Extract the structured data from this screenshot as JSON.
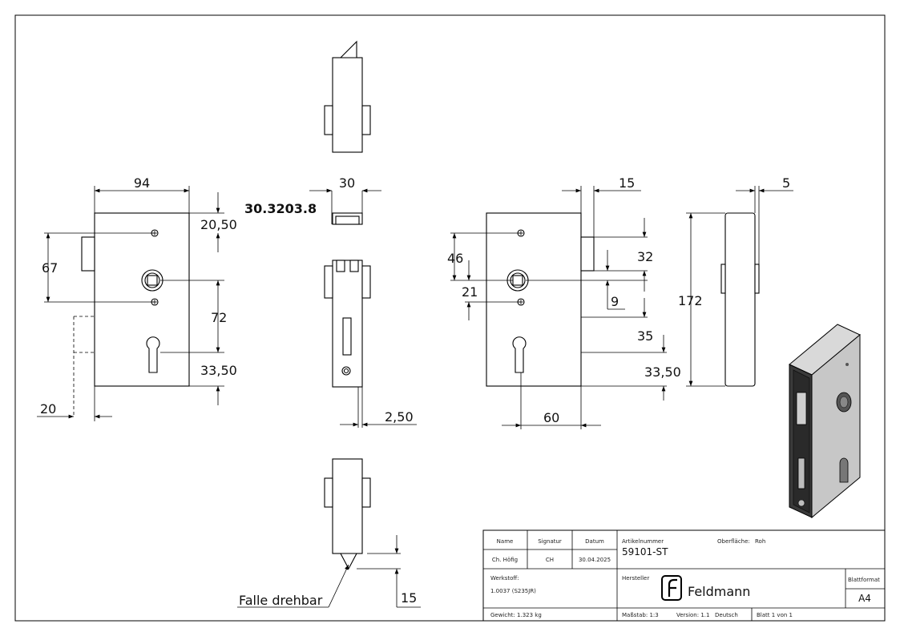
{
  "part_code": "30.3203.8",
  "dimensions": {
    "front_width": "94",
    "top_offset": "20,50",
    "left_spacing": "67",
    "spindle_to_cyl": "72",
    "cyl_to_bottom": "33,50",
    "latch_projection_left": "20",
    "thickness": "30",
    "faceplate": "2,50",
    "latch_right": "15",
    "hole_upper": "46",
    "hole_lower": "21",
    "latch_height": "32",
    "latch_offset": "9",
    "cyl_offset_right": "35",
    "cyl_bottom_right": "33,50",
    "backset": "60",
    "front_plate": "5",
    "height": "172",
    "latch_bottom": "15"
  },
  "annotation": "Falle drehbar",
  "title_block": {
    "header_name": "Name",
    "header_sig": "Signatur",
    "header_date": "Datum",
    "name": "Ch. Höfig",
    "signature": "CH",
    "date": "30.04.2025",
    "article_label": "Artikelnummer",
    "article": "59101-ST",
    "surface_label": "Oberfläche:",
    "surface": "Roh",
    "material_label": "Werkstoff:",
    "material": "1.0037 (S235JR)",
    "maker_label": "Hersteller",
    "brand": "Feldmann",
    "format_label": "Blattformat",
    "format": "A4",
    "weight": "Gewicht: 1.323 kg",
    "scale": "Maßstab: 1:3",
    "version": "Version: 1.1",
    "language": "Deutsch",
    "sheet": "Blatt 1 von 1"
  },
  "icons": [
    "feldmann-logo-icon"
  ]
}
